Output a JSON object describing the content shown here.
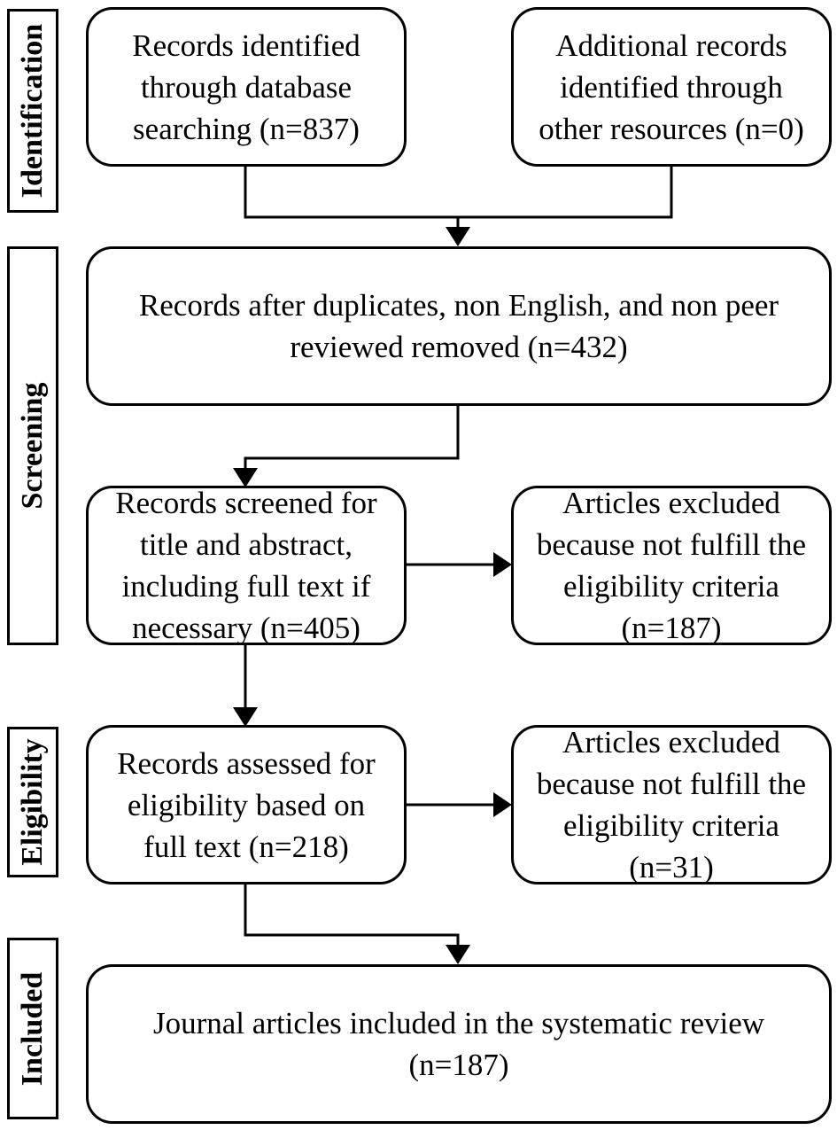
{
  "stages": {
    "identification": "Identification",
    "screening": "Screening",
    "eligibility": "Eligibility",
    "included": "Included"
  },
  "boxes": {
    "database_records": "Records identified\nthrough database\nsearching (n=837)",
    "other_records": "Additional records\nidentified through\nother resources (n=0)",
    "after_duplicates": "Records after duplicates, non English, and non peer\nreviewed removed (n=432)",
    "screened": "Records screened for\ntitle and abstract,\nincluding full text if\nnecessary (n=405)",
    "excluded_screening": "Articles excluded\nbecause not fulfill the\neligibility criteria\n(n=187)",
    "assessed": "Records assessed for\neligibility based on\nfull text (n=218)",
    "excluded_eligibility": "Articles excluded\nbecause not fulfill the\neligibility criteria\n(n=31)",
    "included": "Journal articles included in the systematic review\n(n=187)"
  },
  "colors": {
    "line": "#000000",
    "background": "#ffffff"
  }
}
